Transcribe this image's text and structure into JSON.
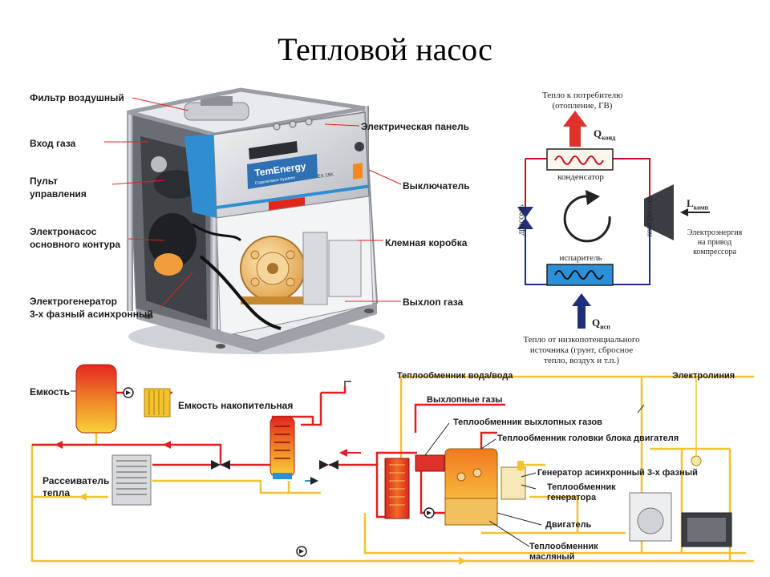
{
  "title": "Тепловой насос",
  "machine_labels": {
    "filter": "Фильтр воздушный",
    "gas_in": "Вход газа",
    "panel1": "Пульт",
    "panel2": "управления",
    "pump1": "Электронасос",
    "pump2": "основного контура",
    "gen1": "Электрогенератор",
    "gen2": "3-х фазный асинхронный",
    "elec_panel": "Электрическая панель",
    "switch": "Выключатель",
    "terminal": "Клемная коробка",
    "exhaust": "Выхлоп газа",
    "brand": "TemEnergy",
    "brand_sub": "Cogeneration Systems",
    "model": "ES 15K"
  },
  "cycle": {
    "heat_out1": "Тепло к потребителю",
    "heat_out2": "(отопление, ГВ)",
    "q_cond": "Q",
    "q_cond_sub": "конд",
    "condenser": "конденсатор",
    "throttle": "дроссель",
    "compressor": "компрессор",
    "l_comp": "L",
    "l_comp_sub": "комп",
    "elec1": "Электроэнергия",
    "elec2": "на привод",
    "elec3": "компрессора",
    "evaporator": "испаритель",
    "q_evap": "Q",
    "q_evap_sub": "исп",
    "src1": "Тепло от низкопотенциального",
    "src2": "источника (грунт, сбросное",
    "src3": "тепло, воздух и т.п.)"
  },
  "scheme": {
    "tank": "Емкость",
    "storage": "Емкость накопительная",
    "dissipator1": "Рассеиватель",
    "dissipator2": "тепла",
    "hx_ww": "Теплообменник вода/вода",
    "exhaust_gases": "Выхлопные газы",
    "hx_exhaust": "Теплообменник выхлопных газов",
    "hx_head": "Теплообменник головки блока двигателя",
    "power_line": "Электролиния",
    "generator": "Генератор асинхронный 3-х фазный",
    "hx_gen1": "Теплообменник",
    "hx_gen2": "генератора",
    "engine": "Двигатель",
    "hx_oil1": "Теплообменник",
    "hx_oil2": "масляный"
  },
  "colors": {
    "hot": "#e02020",
    "cold": "#f2c230",
    "cycle_hot": "#c8102e",
    "cycle_cold": "#1f2f7a"
  }
}
